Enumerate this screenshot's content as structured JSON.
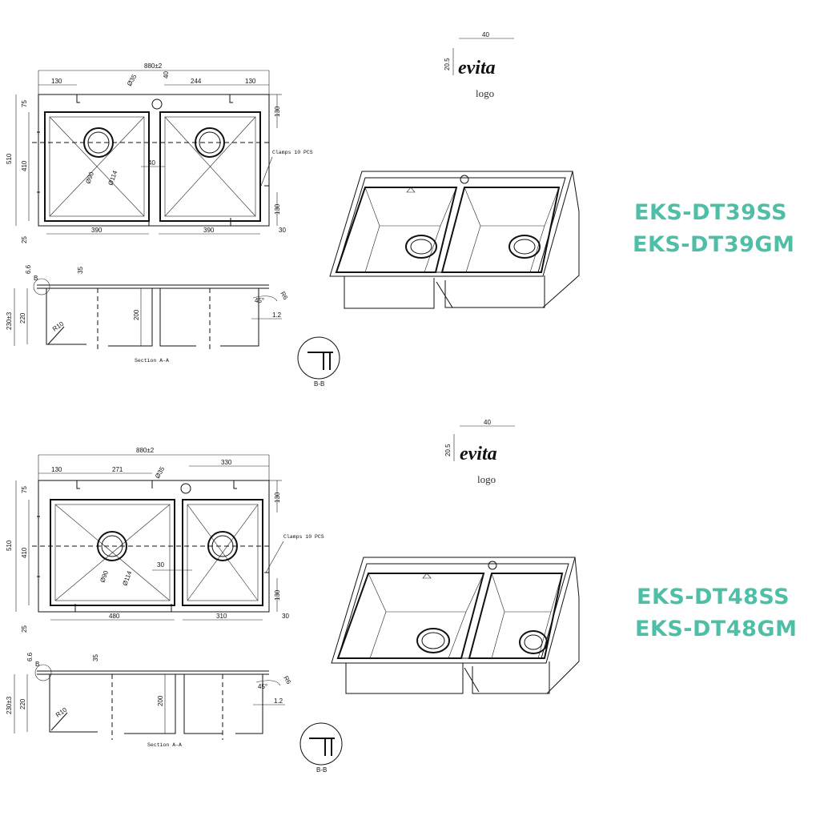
{
  "top": {
    "models": [
      "EKS-DT39SS",
      "EKS-DT39GM"
    ],
    "dims": {
      "overall": "880±2",
      "left_offset": "130",
      "mid_offset": "244",
      "right_offset": "130",
      "hole_dia": "Ø35",
      "hole_offset": "40",
      "height_total": "510",
      "height_inner": "410",
      "height_top": "75",
      "height_bottom": "25",
      "right_top": "130",
      "right_bottom": "130",
      "right_end": "30",
      "bowl1_w": "390",
      "bowl2_w": "390",
      "center_gap": "40",
      "drain_inner": "Ø90",
      "drain_outer": "Ø114",
      "clamps": "Clamps 10 PCS",
      "sec_lip": "6.6",
      "sec_rim": "35",
      "sec_total": "230±3",
      "sec_depth": "220",
      "sec_divider": "200",
      "sec_radius": "R10",
      "sec_thick": "1.2",
      "sec_r": "R6",
      "sec_angle": "45°",
      "sec_b": "B",
      "section_label": "Section A-A",
      "detail_label": "B-B"
    }
  },
  "bottom": {
    "models": [
      "EKS-DT48SS",
      "EKS-DT48GM"
    ],
    "dims": {
      "overall": "880±2",
      "left_offset": "130",
      "mid_offset": "271",
      "right_offset": "330",
      "hole_dia": "Ø35",
      "height_total": "510",
      "height_inner": "410",
      "height_top": "75",
      "height_bottom": "25",
      "right_top": "130",
      "right_bottom": "130",
      "right_end": "30",
      "bowl1_w": "480",
      "bowl2_w": "310",
      "center_gap": "30",
      "drain_inner": "Ø90",
      "drain_outer": "Ø114",
      "clamps": "Clamps 10 PCS",
      "sec_lip": "6.6",
      "sec_rim": "35",
      "sec_total": "230±3",
      "sec_depth": "220",
      "sec_divider": "200",
      "sec_radius": "R10",
      "sec_thick": "1.2",
      "sec_r": "R6",
      "sec_angle": "45°",
      "sec_b": "B",
      "section_label": "Section A-A",
      "detail_label": "B-B"
    }
  },
  "logo": {
    "brand": "evita",
    "caption": "logo",
    "width": "40",
    "height": "20.5"
  },
  "colors": {
    "model_text": "#4ebfa6",
    "line": "#111111"
  }
}
